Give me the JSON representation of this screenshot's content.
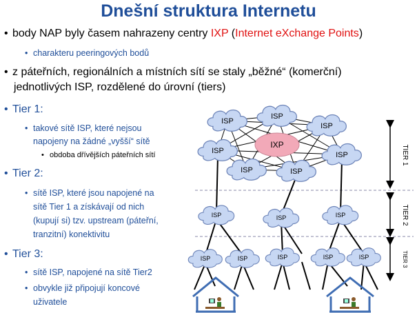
{
  "title": "Dnešní struktura Internetu",
  "bullets": {
    "b1_pre": "body NAP byly časem nahrazeny centry ",
    "b1_ixp": "IXP",
    "b1_open": " (",
    "b1_full": "Internet eXchange Points",
    "b1_close": ")",
    "b1_sub": "charakteru peeringových bodů",
    "b2_l1": "z páteřních, regionálních a místních sítí se staly „běžné“ (komerční)",
    "b2_l2": "jednotlivých ISP, rozdělené do úrovní (tiers)"
  },
  "tiers": {
    "t1": "Tier 1:",
    "t1_a": "takové sítě ISP, které nejsou",
    "t1_b": "napojeny na žádné „vyšší“ sítě",
    "t1_c": "obdoba dřívějších páteřních sítí",
    "t2": "Tier 2:",
    "t2_a": "sítě ISP, které jsou napojené na",
    "t2_b": "sítě Tier 1 a získávají od nich",
    "t2_c": "(kupují si) tzv. upstream (páteřní,",
    "t2_d": "tranzitní) konektivitu",
    "t3": "Tier 3:",
    "t3_a": "sítě ISP, napojené na sítě Tier2",
    "t3_b": "obvykle již připojují koncové",
    "t3_c": "uživatele"
  },
  "diagram": {
    "isp": "ISP",
    "ixp": "IXP",
    "tier1": "TIER 1",
    "tier2": "TIER 2",
    "tier3": "TIER 3",
    "cloud_color": "#c7d7f3",
    "ixp_color": "#f2a9b8"
  }
}
